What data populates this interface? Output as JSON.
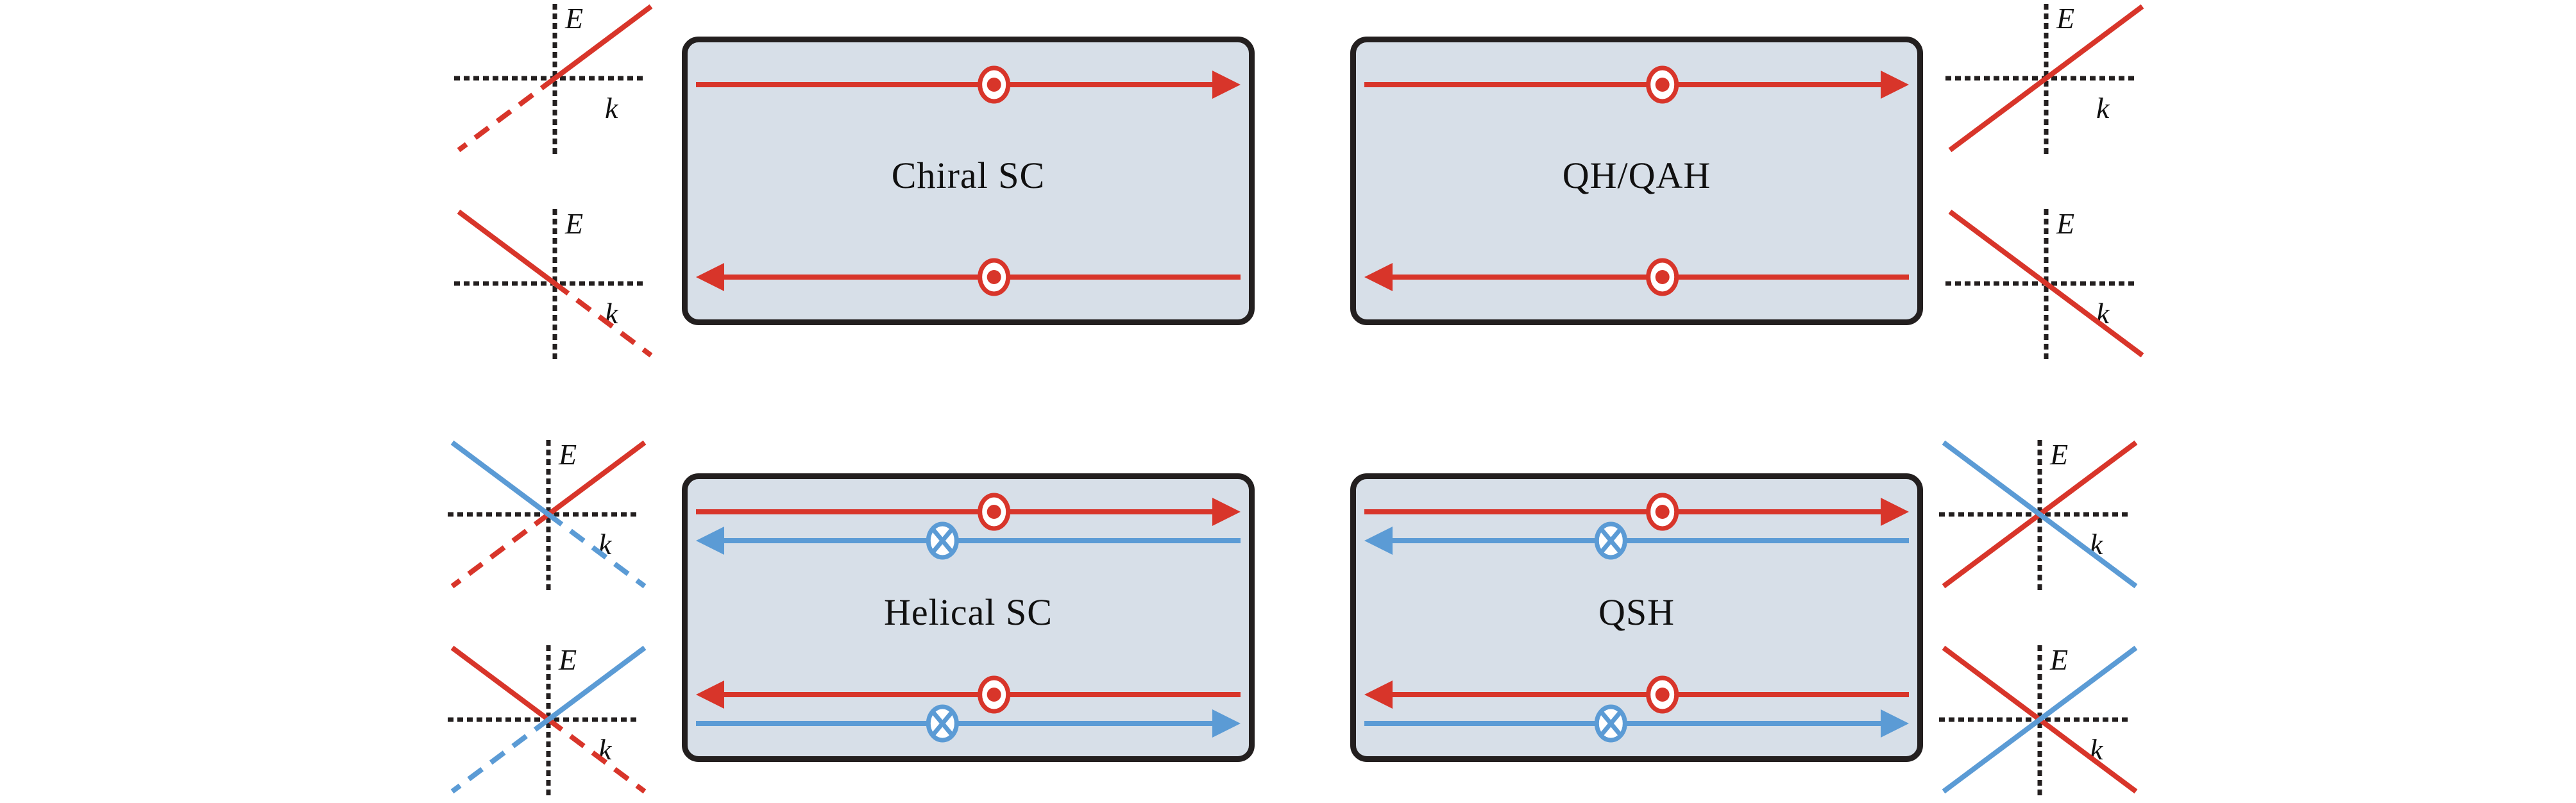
{
  "figure": {
    "type": "schematic-diagram",
    "description": "Edge-state schematic for four topological phases with their edge dispersions",
    "colors": {
      "red": "#d8352a",
      "blue": "#5b9bd5",
      "box_fill": "#d7dfe8",
      "box_border": "#231f1f",
      "axis": "#231f1f",
      "text": "#101010",
      "white": "#ffffff"
    },
    "axis_labels": {
      "energy": "E",
      "momentum": "k"
    },
    "markers": {
      "out_of_plane": "circle-dot-icon",
      "into_plane": "circle-cross-icon"
    }
  },
  "panels": [
    {
      "id": "chiral-sc",
      "label": "Chiral SC",
      "position": "top-left",
      "dispersion_side": "left",
      "edges": [
        {
          "edge": "top",
          "color": "red",
          "direction": "right",
          "marker": "circle-dot-icon"
        },
        {
          "edge": "bottom",
          "color": "red",
          "direction": "left",
          "marker": "circle-dot-icon"
        }
      ],
      "dispersions": [
        {
          "name": "top-edge-dispersion",
          "branches": [
            {
              "color": "red",
              "slope": "positive",
              "solid_quadrant": "upper-right",
              "dashed_quadrant": "lower-left"
            }
          ]
        },
        {
          "name": "bottom-edge-dispersion",
          "branches": [
            {
              "color": "red",
              "slope": "negative",
              "solid_quadrant": "upper-left",
              "dashed_quadrant": "lower-right"
            }
          ]
        }
      ]
    },
    {
      "id": "qh-qah",
      "label": "QH/QAH",
      "position": "top-right",
      "dispersion_side": "right",
      "edges": [
        {
          "edge": "top",
          "color": "red",
          "direction": "right",
          "marker": "circle-dot-icon"
        },
        {
          "edge": "bottom",
          "color": "red",
          "direction": "left",
          "marker": "circle-dot-icon"
        }
      ],
      "dispersions": [
        {
          "name": "top-edge-dispersion",
          "branches": [
            {
              "color": "red",
              "slope": "positive",
              "solid_quadrant": "both",
              "dashed_quadrant": "none"
            }
          ]
        },
        {
          "name": "bottom-edge-dispersion",
          "branches": [
            {
              "color": "red",
              "slope": "negative",
              "solid_quadrant": "both",
              "dashed_quadrant": "none"
            }
          ]
        }
      ]
    },
    {
      "id": "helical-sc",
      "label": "Helical SC",
      "position": "bottom-left",
      "dispersion_side": "left",
      "edges": [
        {
          "edge": "top-upper",
          "color": "red",
          "direction": "right",
          "marker": "circle-dot-icon"
        },
        {
          "edge": "top-lower",
          "color": "blue",
          "direction": "left",
          "marker": "circle-cross-icon"
        },
        {
          "edge": "bottom-upper",
          "color": "red",
          "direction": "left",
          "marker": "circle-dot-icon"
        },
        {
          "edge": "bottom-lower",
          "color": "blue",
          "direction": "right",
          "marker": "circle-cross-icon"
        }
      ],
      "dispersions": [
        {
          "name": "top-edge-dispersion",
          "branches": [
            {
              "color": "red",
              "slope": "positive",
              "solid_quadrant": "upper-right",
              "dashed_quadrant": "lower-left"
            },
            {
              "color": "blue",
              "slope": "negative",
              "solid_quadrant": "upper-left",
              "dashed_quadrant": "lower-right"
            }
          ]
        },
        {
          "name": "bottom-edge-dispersion",
          "branches": [
            {
              "color": "red",
              "slope": "negative",
              "solid_quadrant": "upper-left",
              "dashed_quadrant": "lower-right"
            },
            {
              "color": "blue",
              "slope": "positive",
              "solid_quadrant": "upper-right",
              "dashed_quadrant": "lower-left"
            }
          ]
        }
      ]
    },
    {
      "id": "qsh",
      "label": "QSH",
      "position": "bottom-right",
      "dispersion_side": "right",
      "edges": [
        {
          "edge": "top-upper",
          "color": "red",
          "direction": "right",
          "marker": "circle-dot-icon"
        },
        {
          "edge": "top-lower",
          "color": "blue",
          "direction": "left",
          "marker": "circle-cross-icon"
        },
        {
          "edge": "bottom-upper",
          "color": "red",
          "direction": "left",
          "marker": "circle-dot-icon"
        },
        {
          "edge": "bottom-lower",
          "color": "blue",
          "direction": "right",
          "marker": "circle-cross-icon"
        }
      ],
      "dispersions": [
        {
          "name": "top-edge-dispersion",
          "branches": [
            {
              "color": "red",
              "slope": "positive",
              "solid_quadrant": "both",
              "dashed_quadrant": "none"
            },
            {
              "color": "blue",
              "slope": "negative",
              "solid_quadrant": "both",
              "dashed_quadrant": "none"
            }
          ]
        },
        {
          "name": "bottom-edge-dispersion",
          "branches": [
            {
              "color": "red",
              "slope": "negative",
              "solid_quadrant": "both",
              "dashed_quadrant": "none"
            },
            {
              "color": "blue",
              "slope": "positive",
              "solid_quadrant": "both",
              "dashed_quadrant": "none"
            }
          ]
        }
      ]
    }
  ]
}
